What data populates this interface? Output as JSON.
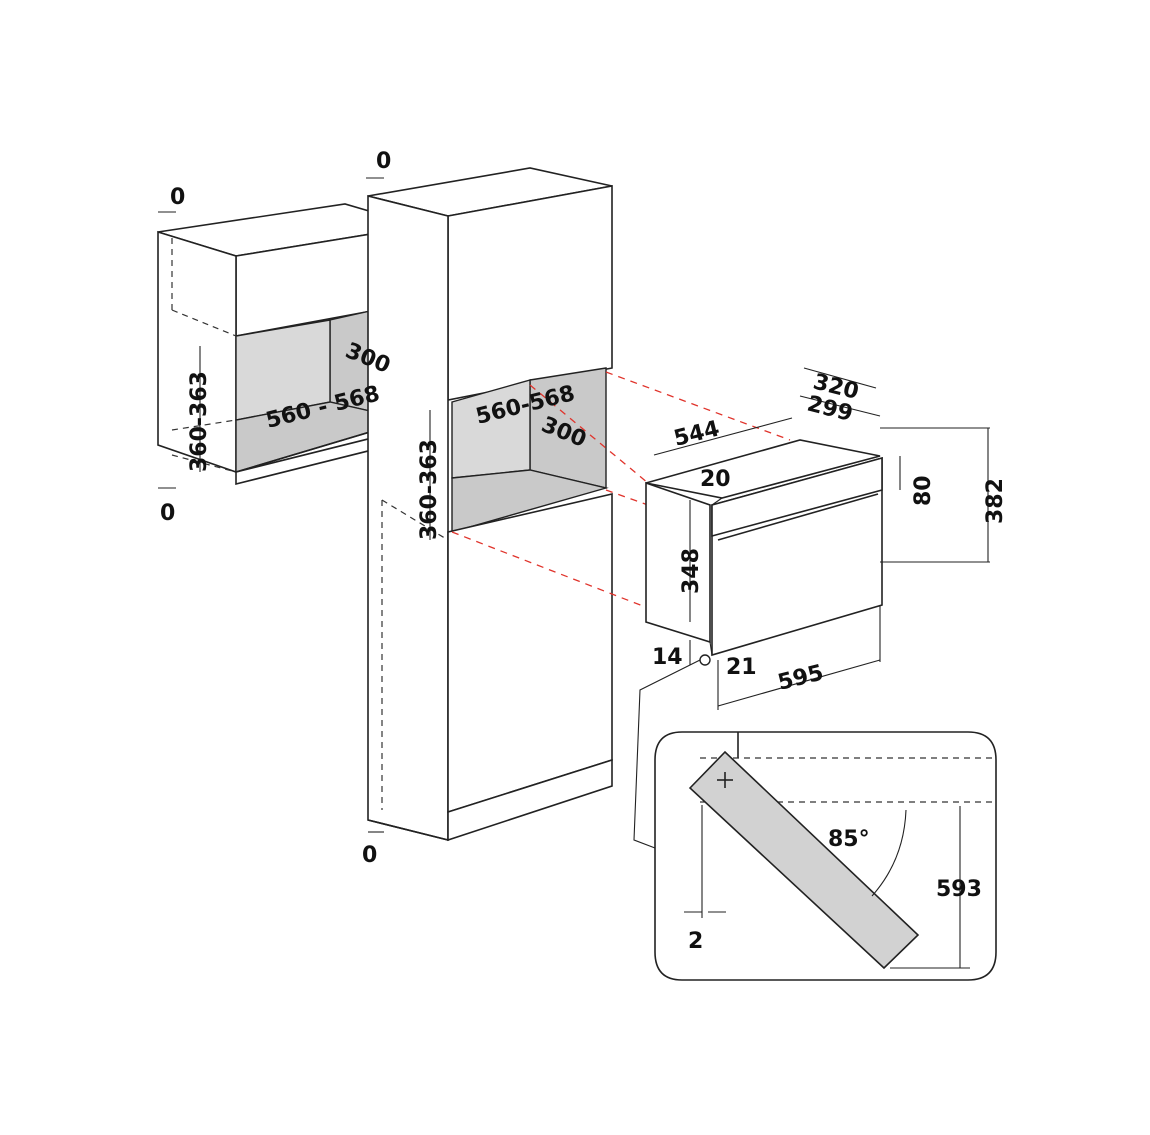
{
  "colors": {
    "line": "#222222",
    "cavity_fill": "#c9c9c9",
    "guide_red": "#e0332b",
    "background": "#ffffff"
  },
  "labels": {
    "gap_top_left": "0",
    "gap_top_mid": "0",
    "gap_bottom_left": "0",
    "gap_bottom_mid": "0",
    "left_depth": "300",
    "left_width": "560 - 568",
    "left_height": "360-363",
    "mid_width": "560-568",
    "mid_depth": "300",
    "mid_height": "360-363",
    "oven_depth_outer": "320",
    "oven_depth_inner": "299",
    "oven_body_depth": "544",
    "oven_top_offset": "20",
    "oven_panel_height": "80",
    "oven_total_height": "382",
    "oven_body_height": "348",
    "oven_bottom_offset": "14",
    "oven_front_offset": "21",
    "oven_width": "595",
    "door_gap": "2",
    "door_angle": "85°",
    "door_height": "593"
  }
}
